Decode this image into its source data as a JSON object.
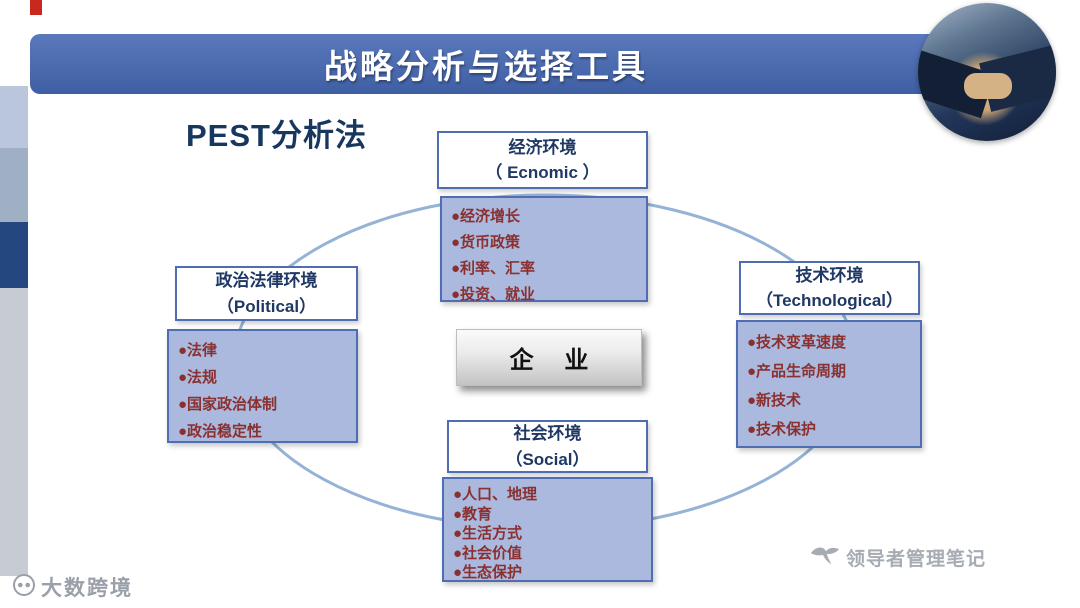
{
  "slide": {
    "title": "战略分析与选择工具",
    "subtitle": "PEST分析法"
  },
  "center_box": {
    "label": "企  业"
  },
  "quadrants": {
    "economic": {
      "title_cn": "经济环境",
      "title_en": "（ Ecnomic ）",
      "items": [
        "●经济增长",
        "●货币政策",
        "●利率、汇率",
        "●投资、就业"
      ]
    },
    "political": {
      "title_cn": "政治法律环境",
      "title_en": "（Political）",
      "items": [
        "●法律",
        "●法规",
        "●国家政治体制",
        "●政治稳定性"
      ]
    },
    "technological": {
      "title_cn": "技术环境",
      "title_en": "（Technological）",
      "items": [
        "●技术变革速度",
        "●产品生命周期",
        "●新技术",
        "●技术保护"
      ]
    },
    "social": {
      "title_cn": "社会环境",
      "title_en": "（Social）",
      "items": [
        "●人口、地理",
        "●教育",
        "●生活方式",
        "●社会价值",
        "●生态保护"
      ]
    }
  },
  "watermarks": {
    "bottom_left": "大数跨境",
    "bottom_right": "领导者管理笔记"
  },
  "colors": {
    "banner_blue": "#4a69b0",
    "box_border": "#4f6db3",
    "list_fill": "#aab9dd",
    "header_text": "#1f3864",
    "item_text": "#8a3030",
    "ellipse_stroke": "#95b3d7",
    "navy_strip": "#24477f"
  }
}
